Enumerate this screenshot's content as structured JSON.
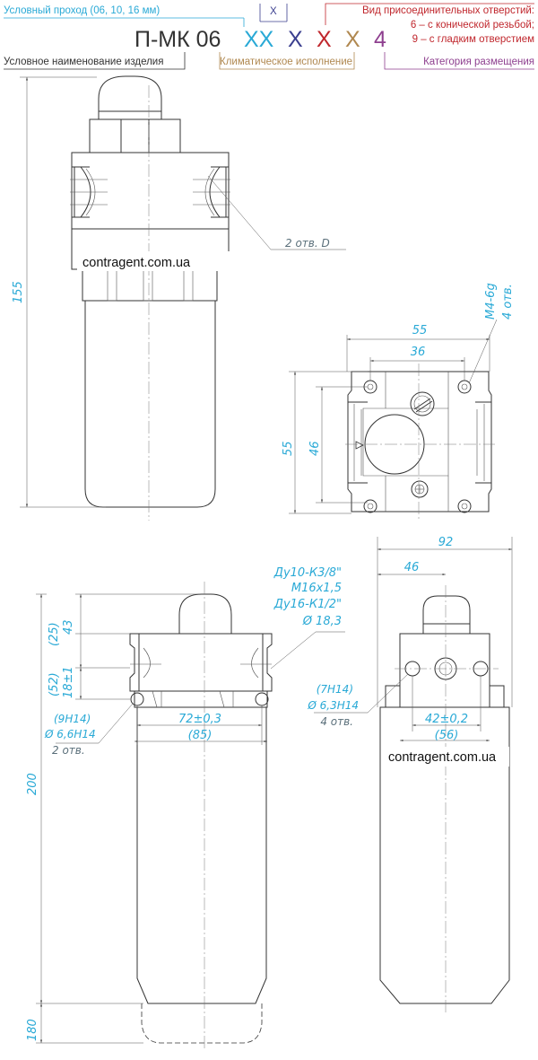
{
  "header": {
    "code_prefix": "П-МК 06",
    "code_parts": [
      {
        "text": "ХХ",
        "color": "#29a9d6"
      },
      {
        "text": "Х",
        "color": "#3b3f8f"
      },
      {
        "text": "Х",
        "color": "#c0272d"
      },
      {
        "text": "Х",
        "color": "#b08850"
      },
      {
        "text": "4",
        "color": "#8e3f8f"
      }
    ],
    "label_passage": "Условный проход (06, 10, 16 мм)",
    "label_x_marker": "Х",
    "label_connection_title": "Вид присоединительных отверстий:",
    "label_connection_opt1": "6 – с конической резьбой;",
    "label_connection_opt2": "9 – с гладким отверстием",
    "label_name": "Условное наименование изделия",
    "label_climate": "Климатическое исполнение",
    "label_category": "Категория размещения"
  },
  "colors": {
    "passage": "#29a9d6",
    "x_marker": "#3b3f8f",
    "connection": "#c0272d",
    "climate": "#b08850",
    "category": "#8e3f8f",
    "dimension": "#29a9d6"
  },
  "watermark": "contragent.com.ua",
  "view_front": {
    "dim_height": "155",
    "hole_callout": "2 отв. D"
  },
  "view_top": {
    "dim_width_outer": "55",
    "dim_width_inner": "36",
    "dim_height_outer": "55",
    "dim_height_inner": "46",
    "thread": "M4-6g",
    "thread_count": "4 отв."
  },
  "view_bottom_left": {
    "dim_25": "(25)",
    "dim_43": "43",
    "dim_52": "(52)",
    "dim_18": "18±1",
    "dim_200": "200",
    "dim_180": "180",
    "dim_72": "72±0,3",
    "dim_85": "(85)",
    "hole_tol": "(9H14)",
    "hole_dia": "Ø 6,6H14",
    "hole_count": "2 отв.",
    "port_1": "Ду10-К3/8\"",
    "port_2": "М16х1,5",
    "port_3": "Ду16-К1/2\"",
    "port_4": "Ø 18,3"
  },
  "view_bottom_right": {
    "dim_92": "92",
    "dim_46": "46",
    "hole_tol": "(7H14)",
    "hole_dia": "Ø 6,3H14",
    "hole_count": "4 отв.",
    "dim_42": "42±0,2",
    "dim_56": "(56)"
  }
}
